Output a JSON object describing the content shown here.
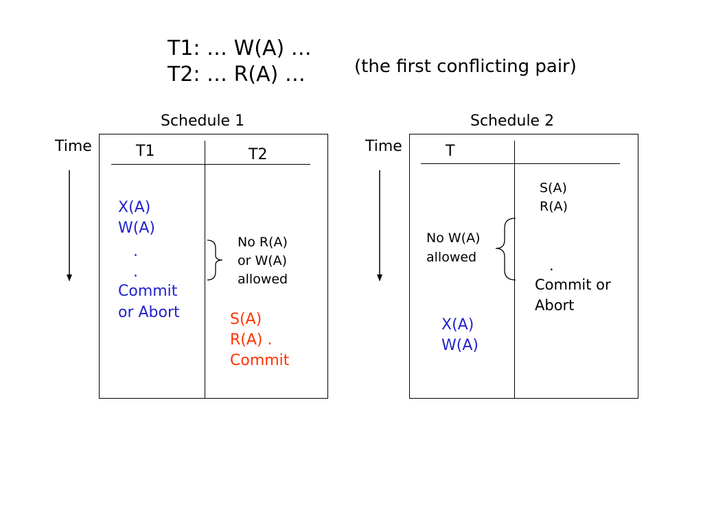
{
  "header": {
    "line1": "T1: … W(A) …",
    "line2": "T2: … R(A) …",
    "note": "(the first conflicting pair)"
  },
  "schedule1": {
    "title": "Schedule 1",
    "time_label": "Time",
    "col1": "T1",
    "col2": "T2",
    "t1_ops": [
      "X(A)",
      "W(A)",
      ".",
      ".",
      "Commit",
      "or Abort"
    ],
    "annotation": [
      "No R(A)",
      "or W(A)",
      "allowed"
    ],
    "t2_ops": [
      "S(A)",
      "R(A) .",
      "Commit"
    ]
  },
  "schedule2": {
    "title": "Schedule 2",
    "time_label": "Time",
    "col1": "T",
    "col2": "",
    "ops_top": [
      "S(A)",
      "R(A)"
    ],
    "annotation": [
      "No W(A)",
      "allowed"
    ],
    "ops_commit": [
      ".",
      "Commit or",
      "Abort"
    ],
    "ops_bottom": [
      "X(A)",
      "W(A)"
    ]
  },
  "colors": {
    "t1_ops": "#2222cc",
    "t2_ops": "#ff3300"
  }
}
